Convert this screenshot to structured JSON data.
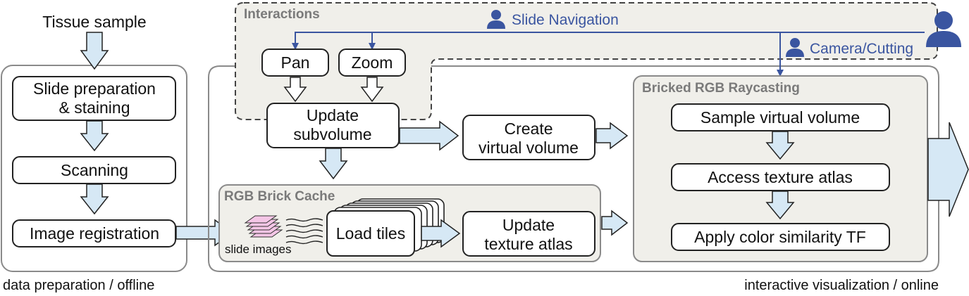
{
  "input": {
    "tissue_sample": "Tissue sample"
  },
  "offline": {
    "slide_prep_line1": "Slide preparation",
    "slide_prep_line2": "& staining",
    "scanning": "Scanning",
    "image_registration": "Image registration",
    "caption": "data preparation / offline"
  },
  "interactions": {
    "title": "Interactions",
    "slide_navigation": "Slide Navigation",
    "camera_cutting": "Camera/Cutting",
    "pan": "Pan",
    "zoom": "Zoom"
  },
  "pipeline": {
    "update_subvolume_line1": "Update",
    "update_subvolume_line2": "subvolume",
    "create_virtual_line1": "Create",
    "create_virtual_line2": "virtual volume"
  },
  "brick_cache": {
    "title": "RGB Brick Cache",
    "slide_images": "slide images",
    "load_tiles": "Load tiles",
    "update_atlas_line1": "Update",
    "update_atlas_line2": "texture atlas"
  },
  "raycasting": {
    "title": "Bricked RGB Raycasting",
    "sample_virtual_volume": "Sample virtual volume",
    "access_texture_atlas": "Access texture atlas",
    "apply_color_tf": "Apply color similarity TF"
  },
  "online_caption": "interactive visualization / online",
  "colors": {
    "arrow_fill": "#d6e8f5",
    "arrow_stroke": "#222222",
    "blue": "#3a55a0",
    "group_fill": "#f0efea",
    "group_stroke": "#8a8a8a",
    "title_gray": "#7a7a7a"
  },
  "icons": {
    "user": "user-icon",
    "layers": "layers-icon"
  }
}
